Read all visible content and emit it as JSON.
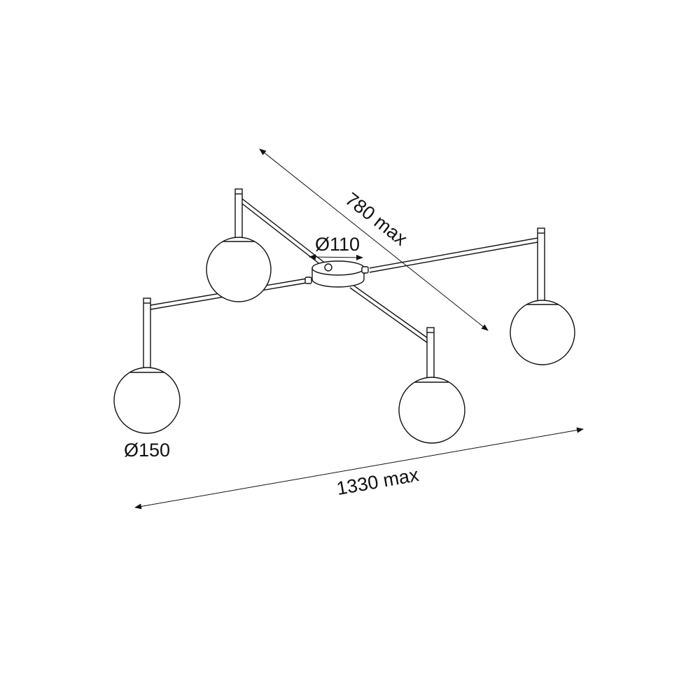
{
  "dimensions": {
    "depth_label": "780 max",
    "canopy_label": "Ø110",
    "globe_label": "Ø150",
    "width_label": "1330 max"
  },
  "colors": {
    "line": "#111111",
    "background": "#ffffff"
  }
}
